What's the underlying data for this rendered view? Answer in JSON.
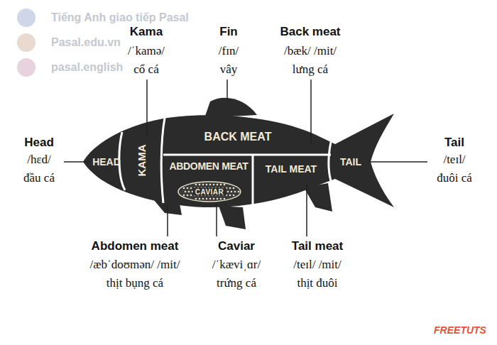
{
  "diagram": {
    "nodes": [
      {
        "text": [
          "HEAD"
        ]
      },
      {
        "text": [
          "KAMA"
        ]
      },
      {
        "text": [
          "BACK MEAT"
        ]
      },
      {
        "text": [
          "ABDOMEN MEAT"
        ]
      },
      {
        "text": [
          "CAVIAR"
        ],
        "in": 3
      },
      {
        "text": [
          "TAIL MEAT"
        ]
      },
      {
        "text": [
          "TAIL"
        ]
      }
    ],
    "labels": [
      "Tiếng Anh giao tiếp Pasal",
      "Pasal.edu.vn",
      "pasal.english",
      "Head",
      "/hɛd/",
      "đầu cá",
      "Kama",
      "/ˈkamə/",
      "cổ cá",
      "Fin",
      "/fɪn/",
      "vây",
      "Back meat",
      "/bæk/ /mit/",
      "lưng cá",
      "Tail",
      "/teɪl/",
      "đuôi cá",
      "Abdomen meat",
      "/æbˈdoʊmən/ /mit/",
      "thịt bụng cá",
      "Caviar",
      "/ˈkæviˌɑr/",
      "trứng cá",
      "Tail meat",
      "/teɪl/ /mit/",
      "thịt đuôi",
      "FREETUTS"
    ]
  }
}
